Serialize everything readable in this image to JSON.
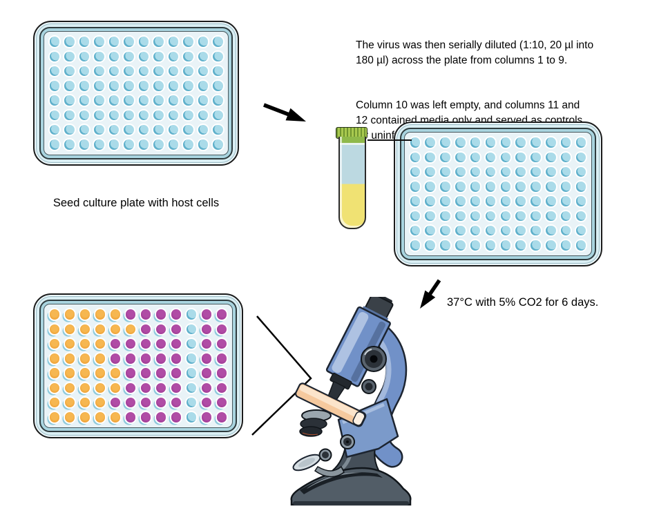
{
  "notes": {
    "dilution": "The virus was then serially diluted (1:10, 20 µl into\n180 µl) across the plate from columns 1 to 9.",
    "controls": "Column 10 was left empty, and columns 11 and\n12 contained media only and served as controls\nfor uninfected cells.",
    "seed_caption": "Seed culture plate with host cells",
    "incubation": "37°C with 5% CO2 for 6 days."
  },
  "colors": {
    "well_blue": "#aadbe9",
    "well_blue_shade": "#5fb0cb",
    "well_orange": "#f0a438",
    "well_purple": "#a13c98",
    "plate_shell": "#d9eef3",
    "plate_rim": "#a9d4df",
    "plate_inner_bg": "#e9f3f7",
    "tube_cap_green": "#8fb94a",
    "tube_liquid_yellow": "#f0e273",
    "tube_glass_blue": "#bcd9e1",
    "microscope_blue": "#7191c8",
    "slide_peach": "#f5c99e"
  },
  "plate_layout": {
    "rows": 8,
    "cols": 12
  },
  "well_legend": {
    "b": "blue-host-cells",
    "o": "orange",
    "p": "purple"
  },
  "plates": {
    "seed": {
      "wells": [
        "bbbbbbbbbbbb",
        "bbbbbbbbbbbb",
        "bbbbbbbbbbbb",
        "bbbbbbbbbbbb",
        "bbbbbbbbbbbb",
        "bbbbbbbbbbbb",
        "bbbbbbbbbbbb",
        "bbbbbbbbbbbb"
      ]
    },
    "dilution": {
      "wells": [
        "bbbbbbbbbbbb",
        "bbbbbbbbbbbb",
        "bbbbbbbbbbbb",
        "bbbbbbbbbbbb",
        "bbbbbbbbbbbb",
        "bbbbbbbbbbbb",
        "bbbbbbbbbbbb",
        "bbbbbbbbbbbb"
      ]
    },
    "result": {
      "wells": [
        "oooooppppbpp",
        "oooooopppbpp",
        "oooopppppbpp",
        "oooopppppbpp",
        "oooooppppbpp",
        "oooooppppbpp",
        "oooopppppbpp",
        "oooooppppbpp"
      ]
    }
  }
}
